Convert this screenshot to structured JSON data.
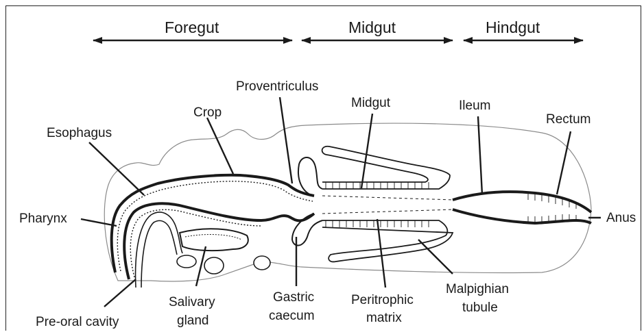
{
  "regions": {
    "foregut": "Foregut",
    "midgut": "Midgut",
    "hindgut": "Hindgut"
  },
  "labels": {
    "proventriculus": "Proventriculus",
    "midgut": "Midgut",
    "ileum": "Ileum",
    "crop": "Crop",
    "rectum": "Rectum",
    "esophagus": "Esophagus",
    "pharynx": "Pharynx",
    "anus": "Anus",
    "pre_oral_cavity": "Pre-oral cavity",
    "salivary_gland_line1": "Salivary",
    "salivary_gland_line2": "gland",
    "gastric_caecum_line1": "Gastric",
    "gastric_caecum_line2": "caecum",
    "peritrophic_matrix_line1": "Peritrophic",
    "peritrophic_matrix_line2": "matrix",
    "malpighian_tubule_line1": "Malpighian",
    "malpighian_tubule_line2": "tubule"
  }
}
